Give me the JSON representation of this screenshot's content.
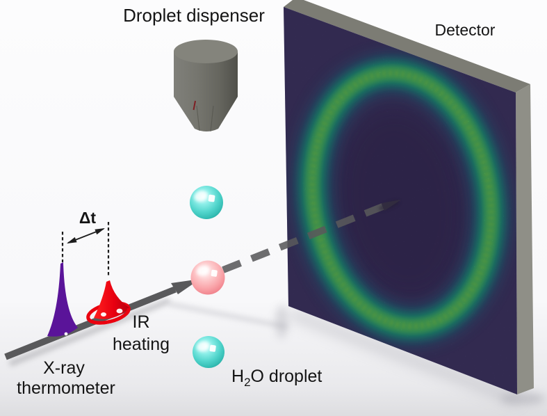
{
  "figure": {
    "type": "experimental-schematic",
    "labels": {
      "droplet_dispenser": "Droplet dispenser",
      "detector": "Detector",
      "delta_t": "Δt",
      "ir_line1": "IR",
      "ir_line2": "heating",
      "xray_line1": "X-ray",
      "xray_line2": "thermometer",
      "h2o_pre": "H",
      "h2o_sub": "2",
      "h2o_post": "O droplet"
    },
    "colors": {
      "beam_gray": "#59595b",
      "xray_pulse_purple": "#5a1499",
      "ir_pulse_red": "#ea000f",
      "cold_droplet_cyan": "#52d5cc",
      "heated_droplet_pink": "#f9a3a8",
      "dispenser_gray": "#70706a",
      "detector_face_purple": "#453a6e",
      "detector_edge_gray": "#8e8e86",
      "ring_green": "#1fa187",
      "ring_core_green": "#55c468",
      "annotation_black": "#141414"
    }
  }
}
